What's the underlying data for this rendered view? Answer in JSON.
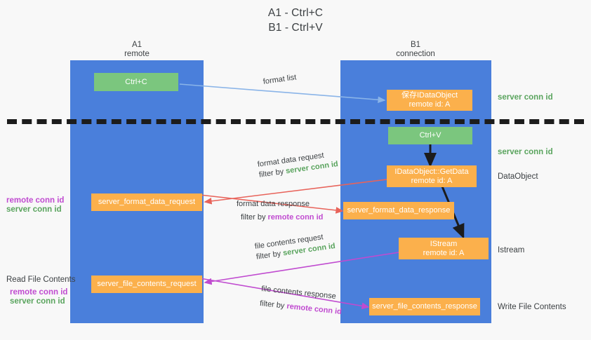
{
  "title": {
    "line1": "A1 - Ctrl+C",
    "line2": "B1 - Ctrl+V"
  },
  "colors": {
    "lane": "#4a7fdb",
    "green_box": "#7bc67e",
    "orange_box": "#fbb04c",
    "server_conn_id": "#5aa45e",
    "remote_conn_id": "#c04bd0",
    "background": "#f8f8f8",
    "text": "#3c4043",
    "arrow_blue": "#8ab4e8",
    "arrow_red": "#e8635a",
    "arrow_magenta": "#c04bd0",
    "arrow_black": "#1c1c1c"
  },
  "columns": [
    {
      "name": "A1",
      "subtitle": "remote"
    },
    {
      "name": "B1",
      "subtitle": "connection"
    }
  ],
  "boxes": [
    {
      "id": "ctrl-c",
      "label": "Ctrl+C",
      "sub": "",
      "kind": "green"
    },
    {
      "id": "save-idataobject",
      "label": "保存IDataObject",
      "sub": "remote id: A",
      "kind": "orange"
    },
    {
      "id": "ctrl-v",
      "label": "Ctrl+V",
      "sub": "",
      "kind": "green"
    },
    {
      "id": "idataobject-getdata",
      "label": "IDataObject::GetData",
      "sub": "remote id: A",
      "kind": "orange"
    },
    {
      "id": "server-format-data-request",
      "label": "server_format_data_request",
      "sub": "",
      "kind": "orange"
    },
    {
      "id": "server-format-data-response",
      "label": "server_format_data_response",
      "sub": "",
      "kind": "orange"
    },
    {
      "id": "istream",
      "label": "IStream",
      "sub": "remote id: A",
      "kind": "orange"
    },
    {
      "id": "server-file-contents-request",
      "label": "server_file_contents_request",
      "sub": "",
      "kind": "orange"
    },
    {
      "id": "server-file-contents-response",
      "label": "server_file_contents_response",
      "sub": "",
      "kind": "orange"
    }
  ],
  "right_labels": [
    {
      "id": "server-conn-id-1",
      "text": "server conn id",
      "style": "green"
    },
    {
      "id": "server-conn-id-2",
      "text": "server conn id",
      "style": "green"
    },
    {
      "id": "dataobject",
      "text": "DataObject",
      "style": "plain"
    },
    {
      "id": "istream-label",
      "text": "Istream",
      "style": "plain"
    },
    {
      "id": "write-file",
      "text": "Write File Contents",
      "style": "plain"
    }
  ],
  "left_labels": [
    {
      "id": "left-remote-1",
      "text": "remote conn id",
      "style": "purple"
    },
    {
      "id": "left-server-1",
      "text": "server conn id",
      "style": "green"
    },
    {
      "id": "read-file",
      "text": "Read File Contents",
      "style": "plain"
    },
    {
      "id": "left-remote-2",
      "text": "remote conn id",
      "style": "purple"
    },
    {
      "id": "left-server-2",
      "text": "server conn id",
      "style": "green"
    }
  ],
  "edges": [
    {
      "id": "format-list",
      "line1_pre": "format list",
      "line1_hl": "",
      "line1_post": "",
      "line2_pre": "",
      "line2_hl": "",
      "line2_post": ""
    },
    {
      "id": "format-data-request",
      "line1_pre": "format data request",
      "line1_hl": "",
      "line1_post": "",
      "line2_pre": "filter by ",
      "line2_hl": "server conn id",
      "line2_post": ""
    },
    {
      "id": "format-data-response",
      "line1_pre": "format data response",
      "line1_hl": "",
      "line1_post": "",
      "line2_pre": "filter by ",
      "line2_hl": "remote conn id",
      "line2_post": ""
    },
    {
      "id": "file-contents-request",
      "line1_pre": "file contents request",
      "line1_hl": "",
      "line1_post": "",
      "line2_pre": "filter by ",
      "line2_hl": "server conn id",
      "line2_post": ""
    },
    {
      "id": "file-contents-response",
      "line1_pre": "file contents response",
      "line1_hl": "",
      "line1_post": "",
      "line2_pre": "filter by ",
      "line2_hl": "remote conn id",
      "line2_post": ""
    }
  ]
}
